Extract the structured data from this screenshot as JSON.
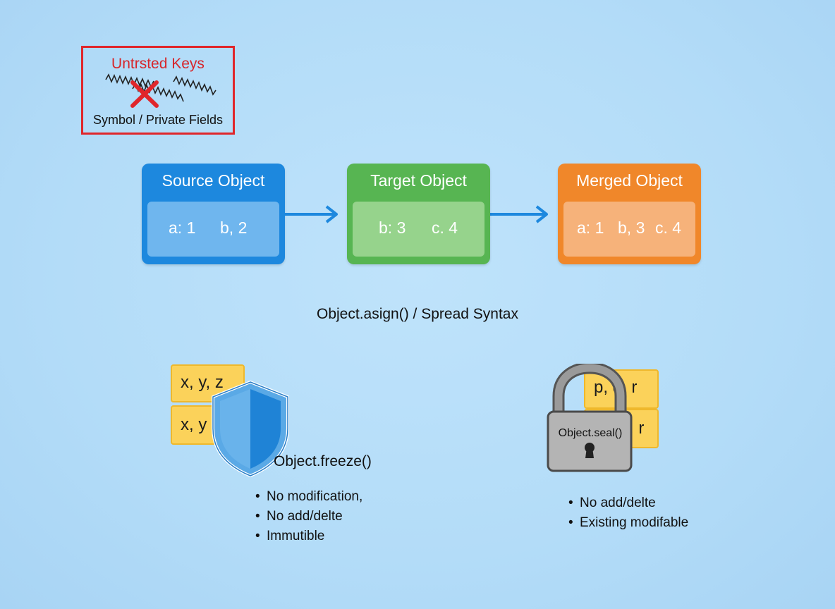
{
  "untrusted": {
    "title": "Untrsted Keys",
    "subtitle": "Symbol / Private Fields",
    "icon": "red-x-icon",
    "color": "#e0262b"
  },
  "objects": {
    "source": {
      "title": "Source Object",
      "props": [
        "a: 1",
        "b, 2"
      ],
      "color": "#1d88de"
    },
    "target": {
      "title": "Target Object",
      "props": [
        "b: 3",
        "c. 4"
      ],
      "color": "#57b552"
    },
    "merged": {
      "title": "Merged Object",
      "props": [
        "a: 1",
        "b, 3",
        "c. 4"
      ],
      "color": "#f0872a"
    }
  },
  "caption": "Object.asign() / Spread Syntax",
  "freeze": {
    "boxes": [
      "x, y, z",
      "x, y"
    ],
    "label": "Object.freeze()",
    "icon": "shield-icon",
    "bullets": [
      "No modification,",
      "No add/delte",
      "Immutible"
    ]
  },
  "seal": {
    "boxes": [
      "p, q, r",
      ", r"
    ],
    "lock_label": "Object.seal()",
    "icon": "padlock-icon",
    "bullets": [
      "No add/delte",
      "Existing modifable"
    ]
  }
}
